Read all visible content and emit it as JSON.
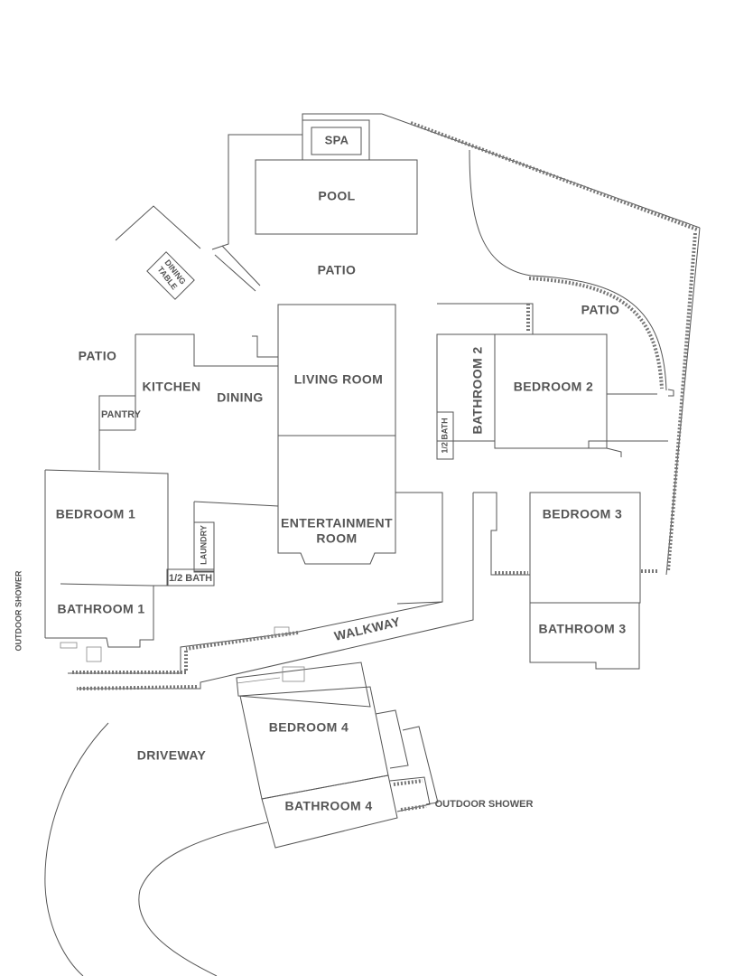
{
  "labels": {
    "spa": "SPA",
    "pool": "POOL",
    "patio_main": "PATIO",
    "patio_left": "PATIO",
    "patio_right": "PATIO",
    "dining_table": "DINING TABLE",
    "kitchen": "KITCHEN",
    "dining": "DINING",
    "pantry": "PANTRY",
    "living_room": "LIVING ROOM",
    "bathroom_2": "BATHROOM 2",
    "bedroom_2": "BEDROOM 2",
    "half_bath_2": "1/2 BATH",
    "bedroom_1": "BEDROOM 1",
    "laundry": "LAUNDRY",
    "half_bath_1": "1/2 BATH",
    "entertainment_line1": "ENTERTAINMENT",
    "entertainment_line2": "ROOM",
    "bedroom_3": "BEDROOM 3",
    "bathroom_1": "BATHROOM 1",
    "bathroom_3": "BATHROOM 3",
    "outdoor_shower_left": "OUTDOOR SHOWER",
    "walkway": "WALKWAY",
    "bedroom_4": "BEDROOM 4",
    "driveway": "DRIVEWAY",
    "bathroom_4": "BATHROOM 4",
    "outdoor_shower_right": "OUTDOOR SHOWER"
  },
  "colors": {
    "line": "#555555",
    "text": "#555555",
    "background": "#ffffff"
  }
}
